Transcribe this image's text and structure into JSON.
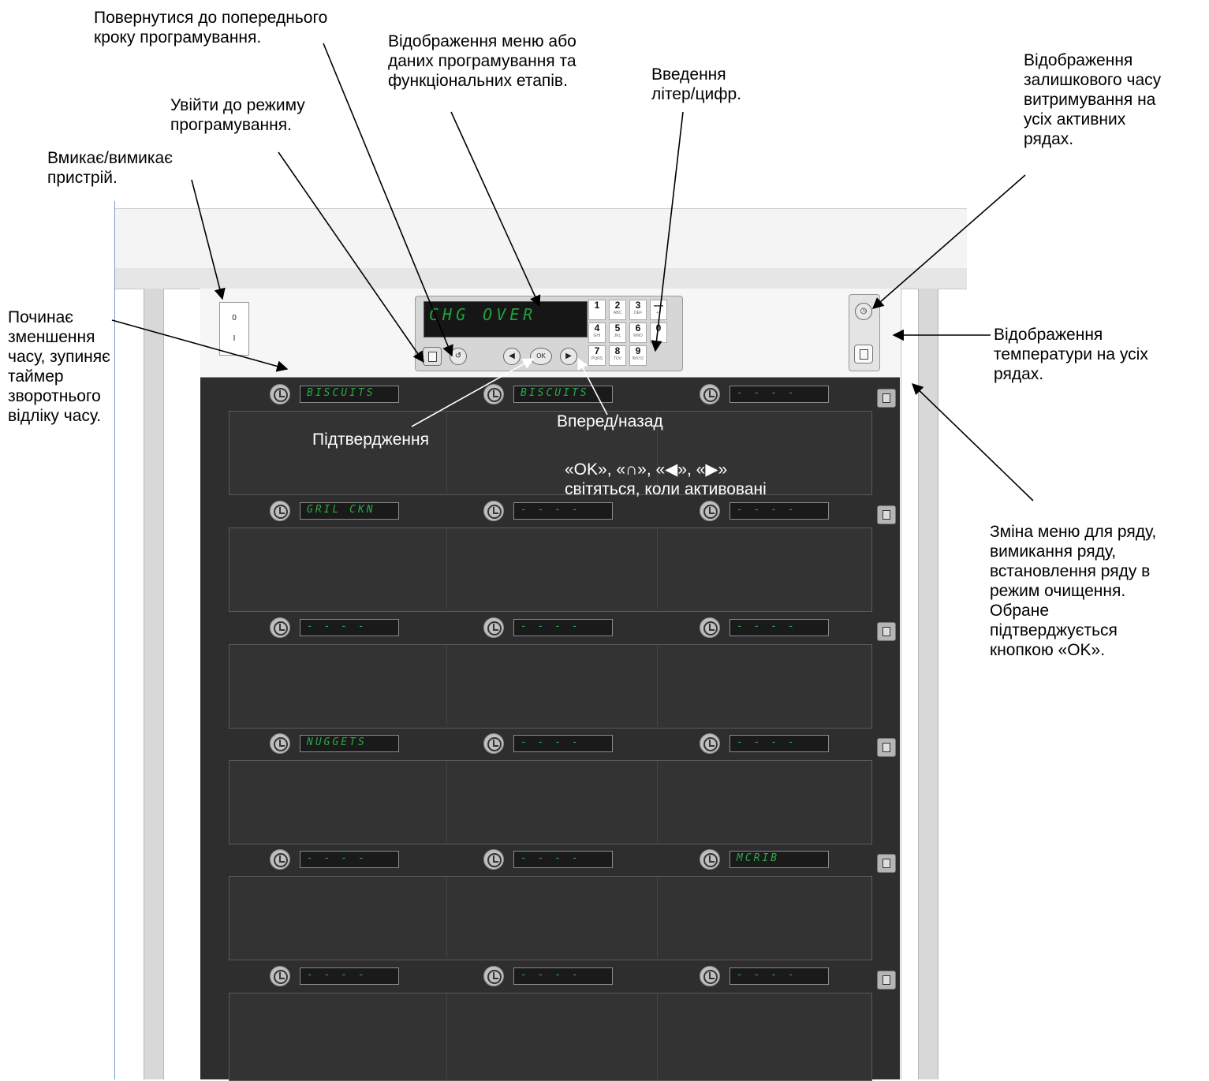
{
  "annotations": {
    "power": "Вмикає/вимикає\nпристрій.",
    "prog_mode": "Увійти до режиму\nпрограмування.",
    "back_step": "Повернутися до попереднього\nкроку програмування.",
    "display": "Відображення меню або\nданих програмування та\nфункціональних етапів.",
    "input": "Введення\nлітер/цифр.",
    "remaining_time": "Відображення\nзалишкового часу\nвитримування на\nусіх активних\nрядах.",
    "temperature": "Відображення\nтемператури на усіх\nрядах.",
    "countdown": "Починає\nзменшення\nчасу, зупиняє\nтаймер\nзворотнього\nвідліку часу.",
    "confirm": "Підтвердження",
    "forward_back": "Вперед/назад",
    "lit_note": "«OK», «∩», «◀», «▶»\nсвітяться, коли активовані",
    "row_menu": "Зміна меню для ряду,\nвимикання ряду,\nвстановлення ряду в\nрежим очищення.\nОбране\nпідтверджується\nкнопкою «OK»."
  },
  "control_panel": {
    "lcd_text": "CHG OVER",
    "power_off": "0",
    "power_on": "I",
    "ok_label": "OK",
    "keys": [
      {
        "digit": "1",
        "letters": ""
      },
      {
        "digit": "2",
        "letters": "ABC"
      },
      {
        "digit": "3",
        "letters": "DEF"
      },
      {
        "digit": "—",
        "letters": "+-/"
      },
      {
        "digit": "4",
        "letters": "GHI"
      },
      {
        "digit": "5",
        "letters": "JKL"
      },
      {
        "digit": "6",
        "letters": "MNO"
      },
      {
        "digit": "0",
        "letters": ""
      },
      {
        "digit": "7",
        "letters": "PQRS"
      },
      {
        "digit": "8",
        "letters": "TUV"
      },
      {
        "digit": "9",
        "letters": "WXYZ"
      }
    ]
  },
  "rows": [
    {
      "slots": [
        "BISCUITS",
        "BISCUITS",
        "- - - -"
      ]
    },
    {
      "slots": [
        "GRIL CKN",
        "- - - -",
        "- - - -"
      ]
    },
    {
      "slots": [
        "- - - -",
        "- - - -",
        "- - - -"
      ]
    },
    {
      "slots": [
        "NUGGETS",
        "- - - -",
        "- - - -"
      ]
    },
    {
      "slots": [
        "- - - -",
        "- - - -",
        "MCRIB"
      ]
    },
    {
      "slots": [
        "- - - -",
        "- - - -",
        "- - - -"
      ]
    }
  ],
  "colors": {
    "display_text": "#1fa23a",
    "cabinet": "#2e2e2e",
    "frame": "#f4f4f4"
  },
  "icons": [
    "clock-icon",
    "thermometer-icon",
    "menu-icon",
    "arrow-left-icon",
    "arrow-right-icon"
  ]
}
